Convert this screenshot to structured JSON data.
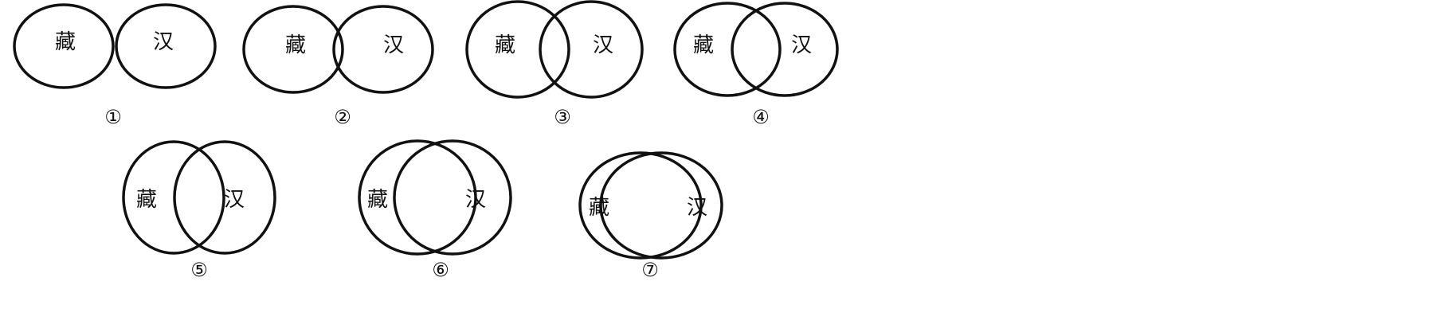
{
  "diagrams": [
    {
      "number": "①",
      "left_label": "藏",
      "right_label": "汉"
    },
    {
      "number": "②",
      "left_label": "藏",
      "right_label": "汉"
    },
    {
      "number": "③",
      "left_label": "藏",
      "right_label": "汉"
    },
    {
      "number": "④",
      "left_label": "藏",
      "right_label": "汉"
    },
    {
      "number": "⑤",
      "left_label": "藏",
      "right_label": "汉"
    },
    {
      "number": "⑥",
      "left_label": "藏",
      "right_label": "汉"
    },
    {
      "number": "⑦",
      "left_label": "藏",
      "right_label": "汉"
    }
  ]
}
